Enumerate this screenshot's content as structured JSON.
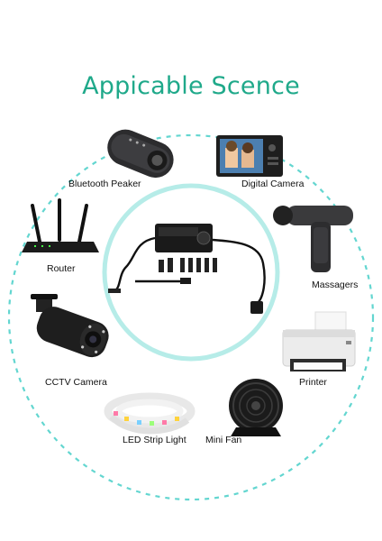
{
  "page": {
    "title": "Appicable Scence",
    "title_color": "#1fa98a",
    "ring_color": "#63d6d0",
    "center_ring_color": "#b6ece8"
  },
  "items": [
    {
      "id": "bluetooth-speaker",
      "label": "Bluetooth Peaker",
      "icon": "bluetooth-speaker-icon"
    },
    {
      "id": "digital-camera",
      "label": "Digital Camera",
      "icon": "digital-camera-icon"
    },
    {
      "id": "router",
      "label": "Router",
      "icon": "router-icon"
    },
    {
      "id": "massagers",
      "label": "Massagers",
      "icon": "massage-gun-icon"
    },
    {
      "id": "cctv-camera",
      "label": "CCTV Camera",
      "icon": "cctv-camera-icon"
    },
    {
      "id": "printer",
      "label": "Printer",
      "icon": "printer-icon"
    },
    {
      "id": "led-strip-light",
      "label": "LED Strip Light",
      "icon": "led-strip-icon"
    },
    {
      "id": "mini-fan",
      "label": "Mini Fan",
      "icon": "fan-icon"
    }
  ],
  "center_product": {
    "icon": "power-adapter-icon"
  }
}
